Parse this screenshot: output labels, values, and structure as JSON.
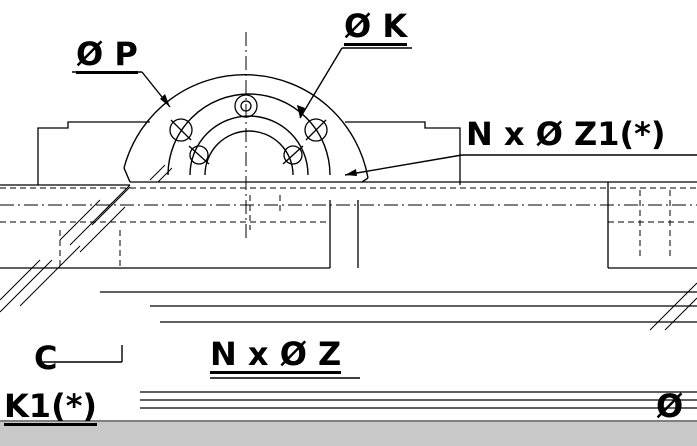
{
  "labels": {
    "phi_p": "Ø P",
    "phi_k": "Ø K",
    "n_phi_z1": "N x Ø Z1(*)",
    "c": "C",
    "n_phi_z": "N x Ø Z",
    "k1": "K1(*)",
    "phi_partial": "Ø"
  },
  "colors": {
    "line": "#000000",
    "background": "#ffffff",
    "bottom_band": "#c8c8c8"
  }
}
